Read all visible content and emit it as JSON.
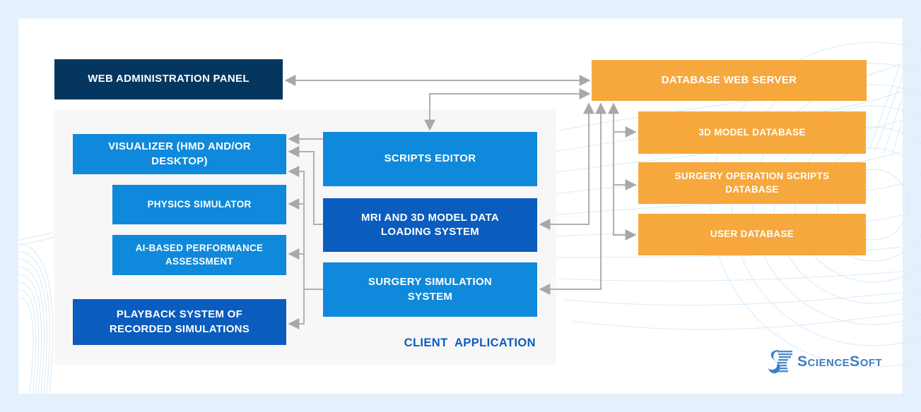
{
  "diagram": {
    "nodes": {
      "web_admin_panel": {
        "label": "WEB ADMINISTRATION PANEL",
        "color": "#05365f"
      },
      "database_web_server": {
        "label": "DATABASE WEB SERVER",
        "color": "#f6a83d"
      },
      "model_3d_database": {
        "label": "3D MODEL DATABASE",
        "color": "#f6a83d"
      },
      "surgery_scripts_database": {
        "label": "SURGERY OPERATION SCRIPTS DATABASE",
        "color": "#f6a83d"
      },
      "user_database": {
        "label": "USER DATABASE",
        "color": "#f6a83d"
      },
      "visualizer": {
        "label": "VISUALIZER (HMD AND/OR DESKTOP)",
        "color": "#0f89db"
      },
      "physics_simulator": {
        "label": "PHYSICS SIMULATOR",
        "color": "#0f89db"
      },
      "ai_assessment": {
        "label": "AI-BASED PERFORMANCE ASSESSMENT",
        "color": "#0f89db"
      },
      "playback_system": {
        "label": "PLAYBACK SYSTEM OF RECORDED SIMULATIONS",
        "color": "#0a5cbe"
      },
      "scripts_editor": {
        "label": "SCRIPTS EDITOR",
        "color": "#0f89db"
      },
      "mri_loading_system": {
        "label": "MRI AND 3D MODEL DATA LOADING SYSTEM",
        "color": "#0a5cbe"
      },
      "surgery_simulation_system": {
        "label": "SURGERY SIMULATION SYSTEM",
        "color": "#0f89db"
      }
    },
    "group_label": "CLIENT APPLICATION",
    "colors": {
      "connector": "#b0b0b0",
      "arrowhead": "#a8a8a8",
      "frame": "#e4f1fc",
      "panel": "#f7f7f7",
      "accent_dark_blue": "#0b5cc0"
    },
    "logo": {
      "text": "ScienceSoft"
    }
  }
}
